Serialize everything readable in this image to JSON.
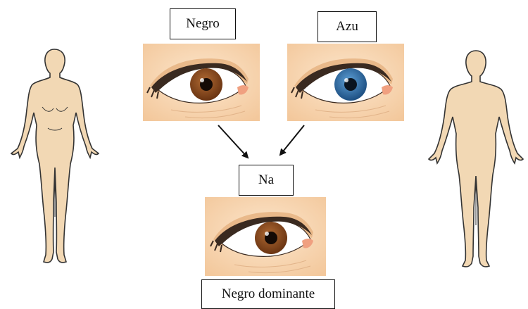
{
  "labels": {
    "parent_left_trait": "Negro",
    "parent_right_trait": "Azu",
    "offspring_genotype": "Na",
    "result": "Negro dominante"
  },
  "eyes": {
    "left_parent_iris": "brown",
    "right_parent_iris": "blue",
    "offspring_iris": "brown"
  },
  "colors": {
    "skin": "#f2d8b4",
    "outline": "#333333",
    "card_bg": "#f9d9b6",
    "iris_brown": "#8a4a1c",
    "iris_blue": "#2f6fa8"
  }
}
